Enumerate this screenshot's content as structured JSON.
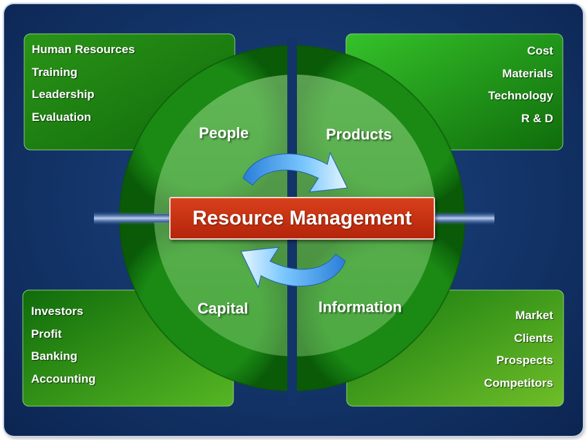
{
  "center_title": "Resource Management",
  "quadrants": {
    "people": {
      "label": "People",
      "items": [
        "Human Resources",
        "Training",
        "Leadership",
        "Evaluation"
      ]
    },
    "products": {
      "label": "Products",
      "items": [
        "Cost",
        "Materials",
        "Technology",
        "R & D"
      ]
    },
    "capital": {
      "label": "Capital",
      "items": [
        "Investors",
        "Profit",
        "Banking",
        "Accounting"
      ]
    },
    "information": {
      "label": "Information",
      "items": [
        "Market",
        "Clients",
        "Prospects",
        "Competitors"
      ]
    }
  },
  "colors": {
    "background": "#133468",
    "panel_green": "#2f9a1c",
    "ring_green": "#1f7d12",
    "center_box_red": "#c8320f",
    "arrow_blue": "#55b8ff"
  }
}
